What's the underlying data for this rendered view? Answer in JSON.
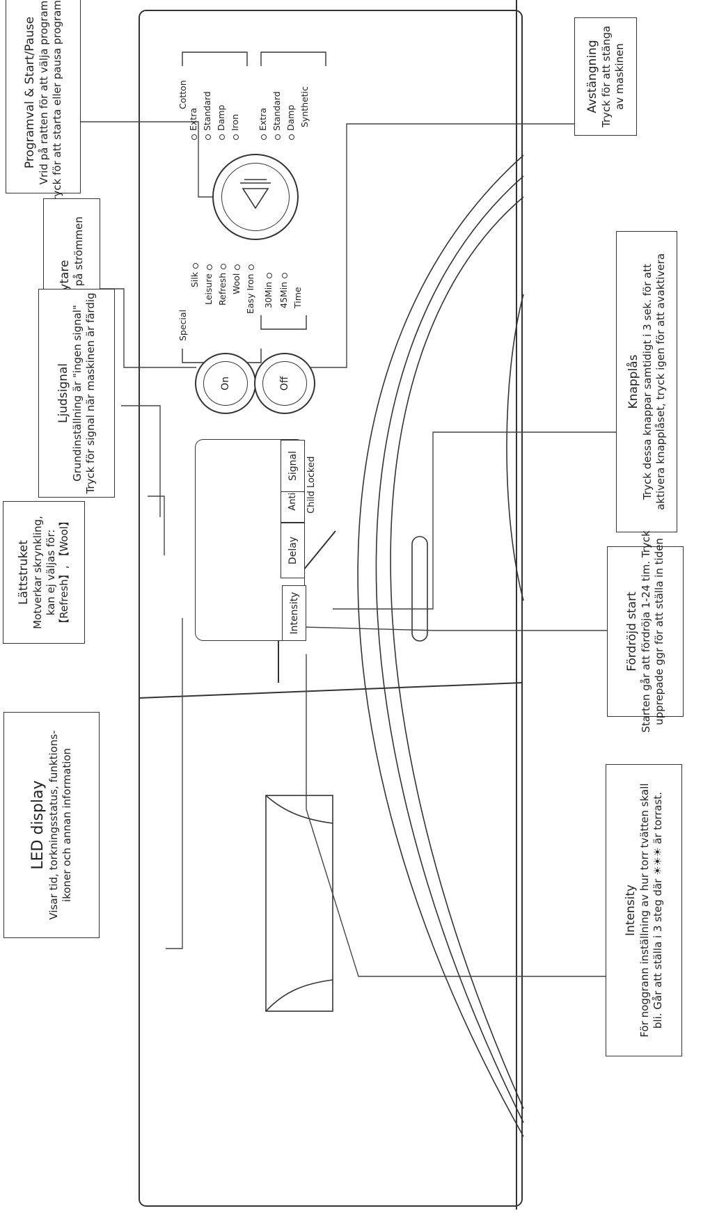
{
  "programs_upper": [
    {
      "label": "Cotton",
      "has_dot": false
    },
    {
      "label": "Extra",
      "has_dot": true
    },
    {
      "label": "Standard",
      "has_dot": true
    },
    {
      "label": "Damp",
      "has_dot": true
    },
    {
      "label": "Iron",
      "has_dot": true
    },
    {
      "label": "Extra",
      "has_dot": true
    },
    {
      "label": "Standard",
      "has_dot": true
    },
    {
      "label": "Damp",
      "has_dot": true
    },
    {
      "label": "Synthetic",
      "has_dot": false
    }
  ],
  "programs_lower": [
    {
      "label": "Special",
      "has_dot": false
    },
    {
      "label": "Silk",
      "has_dot": true
    },
    {
      "label": "Leisure",
      "has_dot": true
    },
    {
      "label": "Refresh",
      "has_dot": true
    },
    {
      "label": "Wool",
      "has_dot": true
    },
    {
      "label": "Easy Iron",
      "has_dot": true
    },
    {
      "label": "30Min",
      "has_dot": true
    },
    {
      "label": "45Min",
      "has_dot": true
    },
    {
      "label": "Time",
      "has_dot": false
    }
  ],
  "buttons": {
    "on": "On",
    "off": "Off",
    "intensity": "Intensity",
    "delay": "Delay",
    "anti_crease": "Anti-Crease",
    "signal": "Signal",
    "child_lock": "Child  Locked"
  },
  "callouts": {
    "program": {
      "title": "Programval & Start/Pause",
      "lines": [
        "Vrid på ratten för att välja program",
        "Tryck för att starta eller pausa programmet"
      ]
    },
    "power_on": {
      "title": "Strömbrytare",
      "lines": [
        "Tryck för att sätta på strömmen"
      ]
    },
    "signal": {
      "title": "Ljudsignal",
      "lines": [
        "Grundinställning är \"ingen signal\"",
        "Tryck för signal när maskinen är färdig"
      ]
    },
    "anti_crease": {
      "title": "Lättstruket",
      "lines": [
        "Motverkar skrynkling,",
        "kan ej väljas för:",
        "【Refresh】, 【Wool】"
      ]
    },
    "led": {
      "title": "LED display",
      "lines": [
        "Visar tid, torkningsstatus, funktions-",
        "ikoner och annan information"
      ]
    },
    "power_off": {
      "title": "Avstängning",
      "lines": [
        "Tryck för att stänga",
        "av maskinen"
      ]
    },
    "child_lock": {
      "title": "Knapplås",
      "lines": [
        "Tryck dessa knappar samtidigt i 3 sek. för att",
        "aktivera knapplåset, tryck igen för att avaktivera"
      ]
    },
    "delay": {
      "title": "Fördröjd start",
      "lines": [
        "Starten går att fördröja 1-24 tim. Tryck",
        "upprepade ggr för att ställa in tiden"
      ]
    },
    "intensity": {
      "title": "Intensity",
      "lines": [
        "För noggrann inställning av hur torr tvätten skall",
        "bli. Går att ställa i 3 steg där ☀☀☀ är torrast."
      ]
    }
  }
}
